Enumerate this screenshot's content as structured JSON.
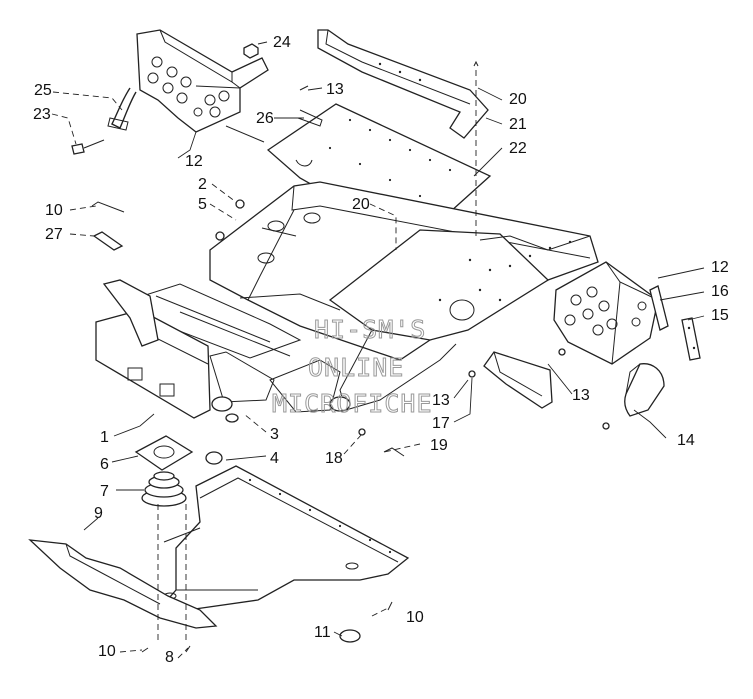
{
  "watermark": [
    "HI-SM'S",
    "ONLINE",
    "MICROFICHE"
  ],
  "callouts": [
    "24",
    "25",
    "23",
    "12",
    "13",
    "26",
    "20",
    "21",
    "22",
    "2",
    "5",
    "20",
    "10",
    "27",
    "12",
    "16",
    "15",
    "1",
    "3",
    "4",
    "6",
    "7",
    "9",
    "13",
    "17",
    "13",
    "18",
    "19",
    "14",
    "10",
    "11",
    "10",
    "8"
  ]
}
